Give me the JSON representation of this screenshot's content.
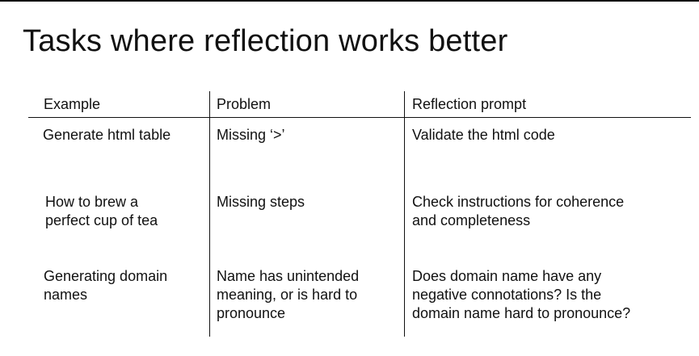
{
  "slide": {
    "title": "Tasks where reflection works better"
  },
  "table": {
    "headers": [
      "Example",
      "Problem",
      "Reflection prompt"
    ],
    "rows": [
      {
        "example": [
          "Generate html table"
        ],
        "problem": [
          "Missing ‘>’"
        ],
        "prompt": [
          "Validate the html code"
        ]
      },
      {
        "example": [
          "How to brew a",
          "perfect cup of tea"
        ],
        "problem": [
          "Missing steps"
        ],
        "prompt": [
          "Check instructions for coherence",
          "and completeness"
        ]
      },
      {
        "example": [
          "Generating domain",
          "names"
        ],
        "problem": [
          "Name has unintended",
          "meaning, or is hard to",
          "pronounce"
        ],
        "prompt": [
          "Does domain name have any",
          "negative connotations? Is the",
          "domain name hard to pronounce?"
        ]
      }
    ]
  }
}
